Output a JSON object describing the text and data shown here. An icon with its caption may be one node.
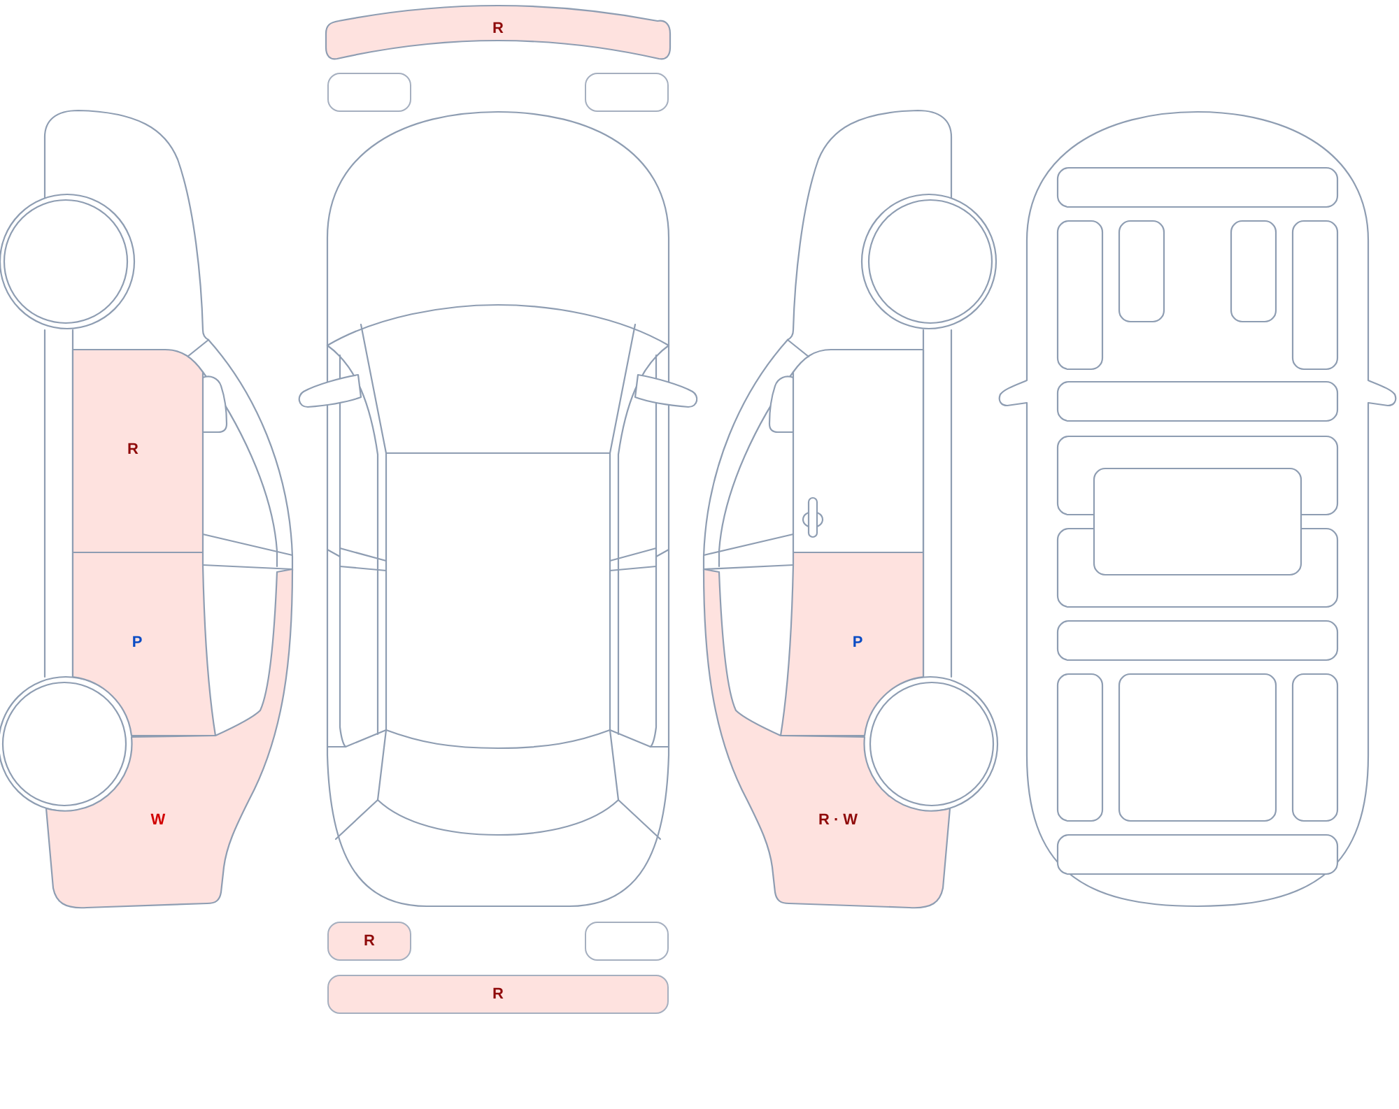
{
  "diagram": {
    "nodes": [
      {
        "text": [
          "R"
        ]
      },
      {
        "text": [],
        "shape": "box"
      },
      {
        "text": [],
        "shape": "box"
      },
      {
        "text": [
          "R"
        ]
      },
      {
        "text": [],
        "shape": "box"
      },
      {
        "text": [
          "P"
        ]
      },
      {
        "text": [
          "P"
        ]
      },
      {
        "text": [
          "W"
        ]
      },
      {
        "text": [
          "R · W"
        ]
      },
      {
        "text": [
          "R"
        ]
      },
      {
        "text": [],
        "shape": "box"
      },
      {
        "text": [
          "R"
        ]
      }
    ]
  }
}
